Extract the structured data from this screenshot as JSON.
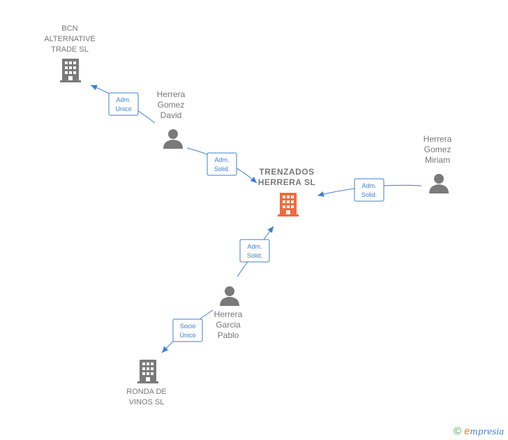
{
  "nodes": {
    "bcn": {
      "label": "BCN\nALTERNATIVE\nTRADE  SL",
      "kind": "company"
    },
    "trenzados": {
      "label": "TRENZADOS\nHERRERA  SL",
      "kind": "company-main"
    },
    "ronda": {
      "label": "RONDA DE\nVINOS  SL",
      "kind": "company"
    },
    "david": {
      "label": "Herrera\nGomez\nDavid",
      "kind": "person"
    },
    "miriam": {
      "label": "Herrera\nGomez\nMiriam",
      "kind": "person"
    },
    "pablo": {
      "label": "Herrera\nGarcia\nPablo",
      "kind": "person"
    }
  },
  "edges": [
    {
      "from": "david",
      "to": "bcn",
      "label_line1": "Adm.",
      "label_line2": "Unico"
    },
    {
      "from": "david",
      "to": "trenzados",
      "label_line1": "Adm.",
      "label_line2": "Solid."
    },
    {
      "from": "miriam",
      "to": "trenzados",
      "label_line1": "Adm.",
      "label_line2": "Solid."
    },
    {
      "from": "pablo",
      "to": "trenzados",
      "label_line1": "Adm.",
      "label_line2": "Solid."
    },
    {
      "from": "pablo",
      "to": "ronda",
      "label_line1": "Socio",
      "label_line2": "Único"
    }
  ],
  "colors": {
    "edge": "#3d7fd0",
    "company_icon": "#7a7a7a",
    "main_company_icon": "#f26a3d",
    "person_icon": "#7a7a7a"
  },
  "footer": {
    "copyright": "©",
    "brand_initial": "e",
    "brand_rest": "mpresia"
  }
}
